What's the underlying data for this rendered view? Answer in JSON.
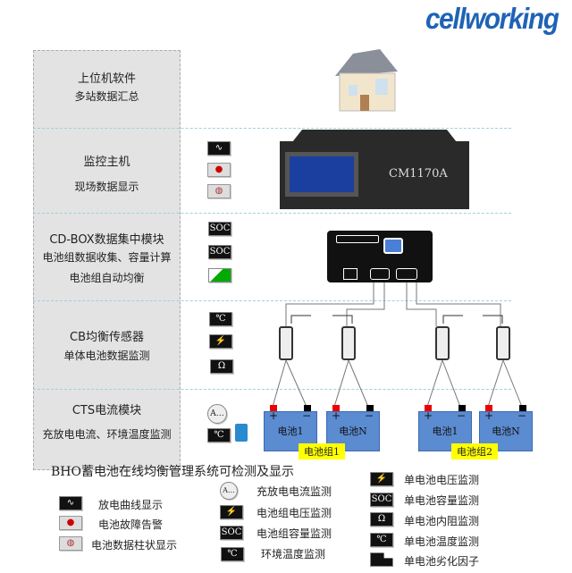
{
  "logo": "cellworking",
  "rows": [
    {
      "title": "上位机软件",
      "sub": [
        "多站数据汇总"
      ]
    },
    {
      "title": "监控主机",
      "sub": [
        "现场数据显示"
      ]
    },
    {
      "title": "CD-BOX数据集中模块",
      "sub": [
        "电池组数据收集、容量计算",
        "电池组自动均衡"
      ]
    },
    {
      "title": "CB均衡传感器",
      "sub": [
        "单体电池数据监测"
      ]
    },
    {
      "title": "CTS电流模块",
      "sub": [
        "充放电电流、环境温度监测"
      ]
    }
  ],
  "device": {
    "model": "CM1170A"
  },
  "icons": {
    "soc": "SOC",
    "temp": "℃",
    "ohm": "Ω",
    "amp": "A…"
  },
  "batteries": [
    "电池1",
    "电池N",
    "电池1",
    "电池N"
  ],
  "groups": [
    "电池组1",
    "电池组2"
  ],
  "terminals": {
    "pos": "+",
    "neg": "−"
  },
  "legend": {
    "title": "BHO蓄电池在线均衡管理系统可检测及显示",
    "col1": [
      "放电曲线显示",
      "电池故障告警",
      "电池数据柱状显示"
    ],
    "col2": [
      "充放电电流监测",
      "电池组电压监测",
      "电池组容量监测",
      "环境温度监测"
    ],
    "col3": [
      "单电池电压监测",
      "单电池容量监测",
      "单电池内阻监测",
      "单电池温度监测",
      "单电池劣化因子"
    ]
  }
}
